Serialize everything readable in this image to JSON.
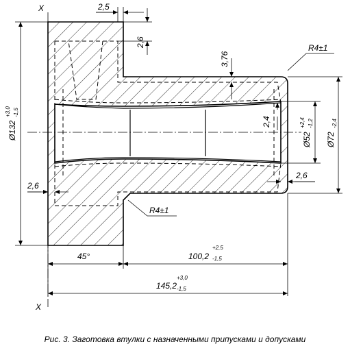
{
  "caption": "Рис. 3. Заготовка втулки с назначенными припусками и допусками",
  "axis": {
    "top": "X",
    "bottom": "X"
  },
  "dimensions": {
    "d_left": {
      "base": "Ø132",
      "tol_up": "+3,0",
      "tol_low": "-1,5"
    },
    "d_inner": {
      "base": "Ø52",
      "tol_up": "+2,4",
      "tol_low": "-1,2"
    },
    "d_right": {
      "base": "Ø72",
      "tol_up": "",
      "tol_low": "-2,4"
    },
    "l_flange": "45°",
    "l_body": {
      "base": "100,2",
      "tol_up": "+2,5",
      "tol_low": "-1,5"
    },
    "l_total": {
      "base": "145,2",
      "tol_up": "+3,0",
      "tol_low": "-1,5"
    },
    "a_top": "2,5",
    "a_top_v": "2,6",
    "a_step": "3,76",
    "a_bore": "2,4",
    "a_left": "2,6",
    "a_right": "2,6",
    "r_top": "R4±1",
    "r_bottom": "R4±1"
  }
}
